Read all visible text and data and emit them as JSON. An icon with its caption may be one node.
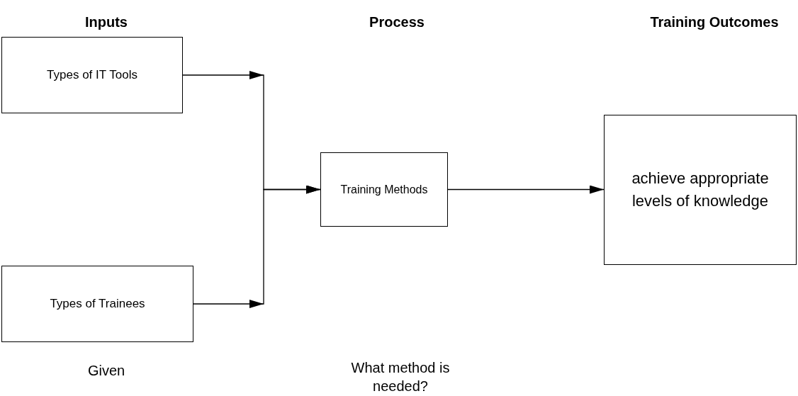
{
  "diagram": {
    "nodes": [
      {
        "text": [
          "Types of IT Tools"
        ]
      },
      {
        "text": [
          "Types of Trainees"
        ]
      },
      {
        "text": [
          "Training Methods"
        ]
      },
      {
        "text": [
          "achieve appropriate levels of knowledge"
        ]
      }
    ],
    "edges": [
      {
        "from": 0,
        "to": 2,
        "arrow": "to"
      },
      {
        "from": 1,
        "to": 2,
        "arrow": "to"
      },
      {
        "from": 2,
        "to": 3,
        "arrow": "to"
      }
    ],
    "labels": [
      "Inputs",
      "Process",
      "Training Outcomes",
      "Given",
      "What method is needed?"
    ]
  }
}
